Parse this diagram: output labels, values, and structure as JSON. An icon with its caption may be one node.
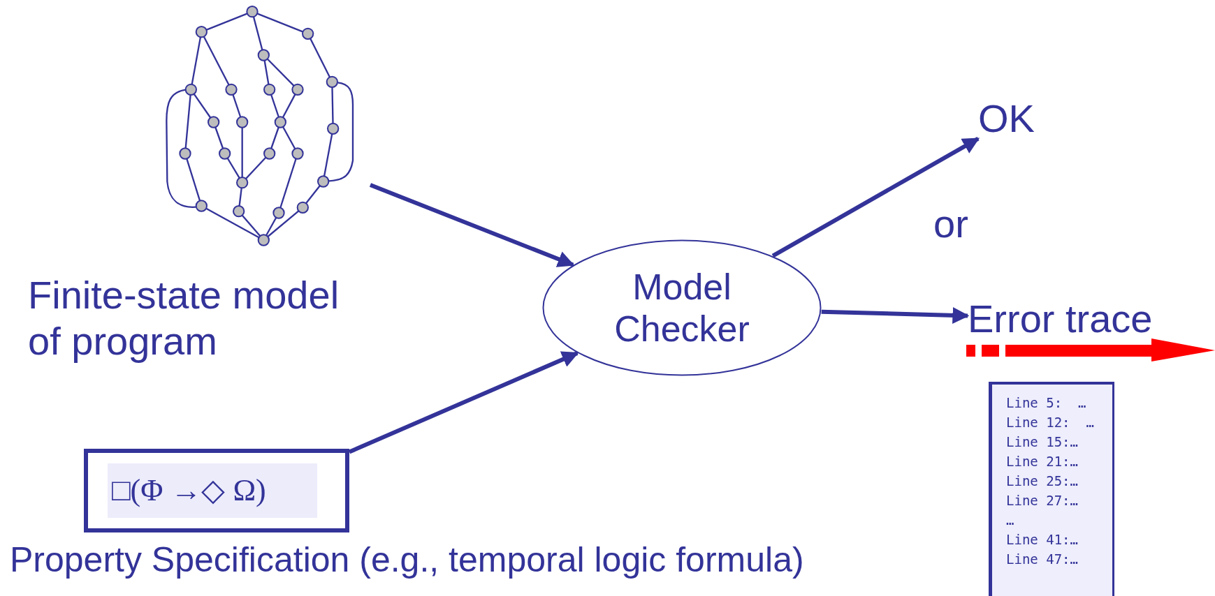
{
  "diagram": {
    "nodes": [
      {
        "text": [],
        "shape": "picture",
        "beside": [
          "Finite-state model of program"
        ]
      },
      {
        "text": [
          "□(Φ →◇ Ω)"
        ],
        "beside": [
          "Property Specification (e.g., temporal logic formula)"
        ]
      },
      {
        "text": [
          "Model Checker"
        ]
      },
      {
        "text": [
          "OK"
        ]
      },
      {
        "text": [
          "Error trace"
        ]
      }
    ],
    "edges": [
      {
        "from": 0,
        "to": 2,
        "arrow": "to"
      },
      {
        "from": 1,
        "to": 2,
        "arrow": "to"
      },
      {
        "from": 2,
        "to": 3,
        "arrow": "to"
      },
      {
        "from": 2,
        "to": 4,
        "arrow": "to"
      }
    ],
    "labels": [
      "or",
      "Line 5:  …",
      "Line 12:  …",
      "Line 15:…",
      "Line 21:…",
      "Line 25:…",
      "Line 27:…",
      "…",
      "Line 41:…",
      "Line 47:…"
    ]
  }
}
